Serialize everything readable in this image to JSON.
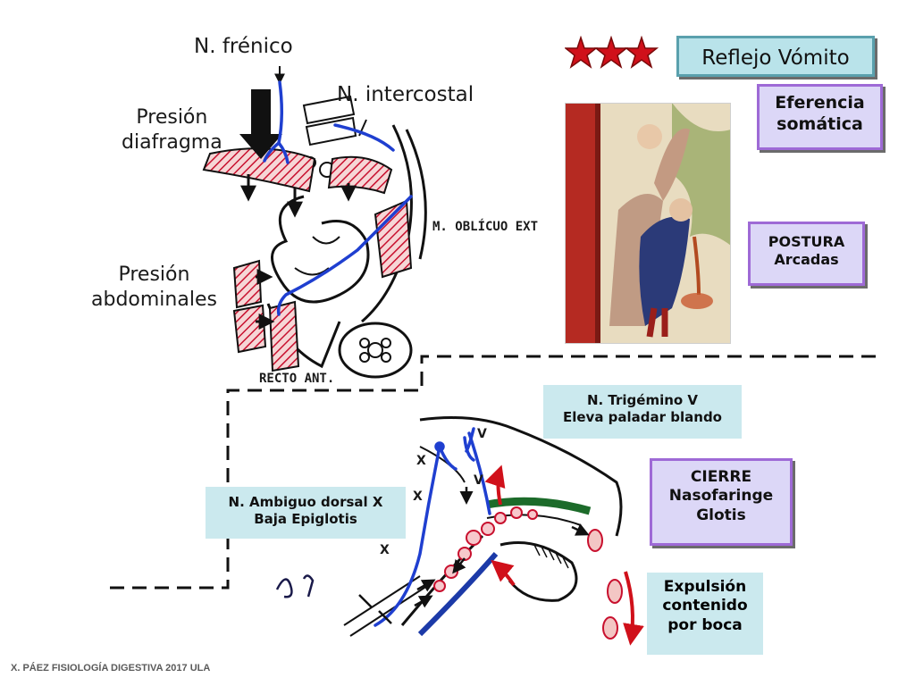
{
  "labels": {
    "frenico": "N. frénico",
    "intercostal": "N. intercostal",
    "presion_diafragma": "Presión\ndiafragma",
    "presion_abdominales": "Presión\nabdominales",
    "oblicuo": "M. OBLÍCUO EXT",
    "recto": "RECTO ANT.",
    "roman_v1": "V",
    "roman_x1": "X",
    "roman_v2": "V",
    "roman_x2": "X",
    "roman_x3": "X"
  },
  "title_box": {
    "text": "Reflejo Vómito"
  },
  "boxes": {
    "eferencia": "Eferencia\nsomática",
    "postura": "POSTURA\nArcadas",
    "trigemino": "N. Trigémino V\nEleva paladar blando",
    "ambiguo": "N. Ambiguo dorsal X\nBaja Epiglotis",
    "cierre": "CIERRE\nNasofaringe\nGlotis",
    "expulsion": "Expulsión\ncontenido\npor boca"
  },
  "footer": "X. PÁEZ   FISIOLOGÍA DIGESTIVA 2017  ULA",
  "colors": {
    "title_bg": "#b9e3ea",
    "purple_bg": "#dcd7f7",
    "purple_border": "#9e6ad6",
    "teal_bg": "#cbe9ee",
    "nerve_blue": "#1f3fd0",
    "muscle_red": "#c8102e",
    "star_red": "#c8102e"
  }
}
